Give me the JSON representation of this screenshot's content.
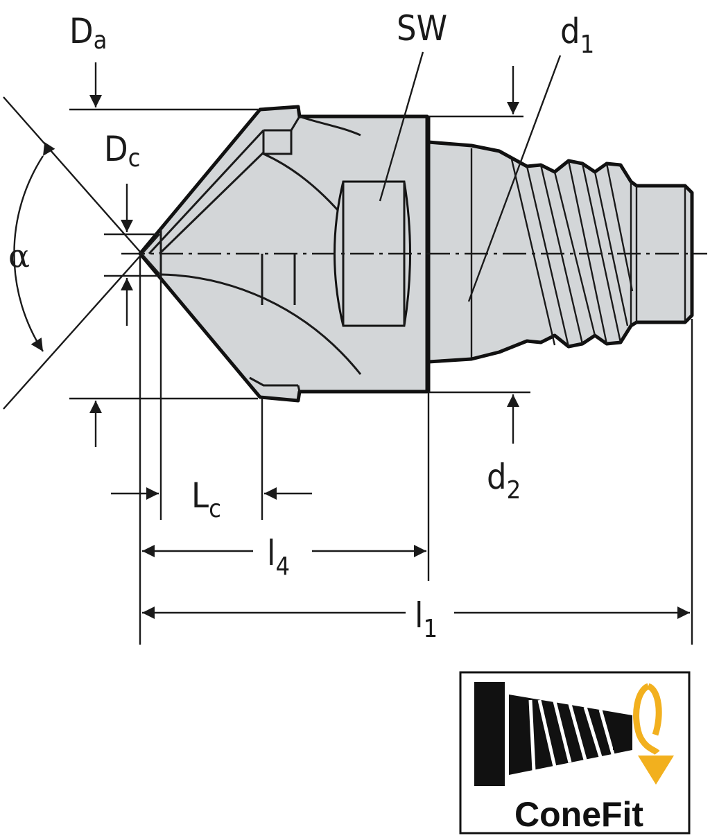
{
  "labels": {
    "da_main": "D",
    "da_sub": "a",
    "dc_main": "D",
    "dc_sub": "c",
    "sw": "SW",
    "d1_main": "d",
    "d1_sub": "1",
    "d2_main": "d",
    "d2_sub": "2",
    "alpha": "α",
    "lc_main": "L",
    "lc_sub": "c",
    "l4_main": "l",
    "l4_sub": "4",
    "l1_main": "l",
    "l1_sub": "1"
  },
  "logo": {
    "text": "ConeFit",
    "arrow_color": "#f2b01e"
  },
  "colors": {
    "body_fill": "#d3d6d8",
    "line": "#1a1a1a"
  }
}
